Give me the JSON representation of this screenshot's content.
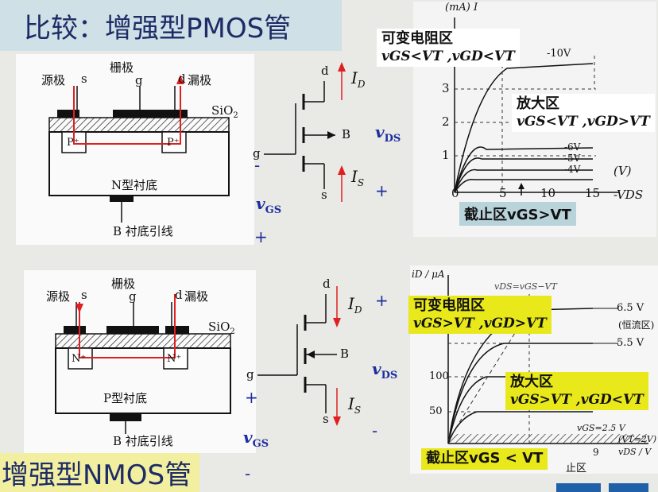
{
  "title_pmos": "比较：增强型PMOS管",
  "title_nmos": "增强型NMOS管",
  "pmos": {
    "gate": "栅极",
    "g": "g",
    "source": "源极",
    "s": "s",
    "d": "d",
    "drain": "漏极",
    "sio2": "SiO",
    "sio2_sub": "2",
    "p_plus": "P⁺",
    "substrate": "N型衬底",
    "lead": "B 衬底引线",
    "sym_d": "d",
    "sym_g": "g",
    "sym_s": "s",
    "sym_b": "B",
    "id": "I",
    "id_sub": "D",
    "is": "I",
    "is_sub": "S",
    "vds": "v",
    "vds_sub": "DS",
    "vgs": "v",
    "vgs_sub": "GS",
    "minus_g": "-",
    "plus_s": "+",
    "plus_bottom": "+",
    "region_var": "可变电阻区",
    "cond_var": "vGS<VT ,vGD<VT",
    "region_amp": "放大区",
    "cond_amp": "vGS<VT ,vGD>VT",
    "region_cut": "截止区vGS>VT",
    "axis_y": "(mA) I",
    "axis_x_unit": "(V)",
    "axis_x": "-VDS",
    "ticks_y": [
      "1",
      "2",
      "3"
    ],
    "ticks_x": [
      "0",
      "5",
      "10",
      "15"
    ],
    "curve_labels": [
      "-10V",
      "-6V",
      "-5V",
      "-4V"
    ]
  },
  "nmos": {
    "gate": "栅极",
    "g": "g",
    "source": "源极",
    "s": "s",
    "d": "d",
    "drain": "漏极",
    "sio2": "SiO",
    "sio2_sub": "2",
    "n_plus": "N⁺",
    "substrate": "P型衬底",
    "lead": "B 衬底引线",
    "sym_d": "d",
    "sym_g": "g",
    "sym_s": "s",
    "sym_b": "B",
    "id": "I",
    "id_sub": "D",
    "is": "I",
    "is_sub": "S",
    "vds": "v",
    "vds_sub": "DS",
    "vgs": "v",
    "vgs_sub": "GS",
    "plus_d": "+",
    "plus_g": "+",
    "minus_s": "-",
    "minus_bottom": "-",
    "region_var": "可变电阻区",
    "cond_var": "vGS>VT ,vGD>VT",
    "region_amp": "放大区",
    "cond_amp": "vGS>VT ,vGD<VT",
    "region_cut": "截止区vGS < VT",
    "axis_y": "iD / μA",
    "axis_x": "vDS / V",
    "vds_eq": "vDS=vGS−VT",
    "ticks_y": [
      "50",
      "100"
    ],
    "ticks_x": [
      "9"
    ],
    "curve_labels": [
      "6.5 V",
      "5.5 V",
      "vGS=2.5 V",
      "(VT=2V)"
    ],
    "const_region": "(恒流区)",
    "cut_tail": "止区"
  },
  "colors": {
    "title": "#1d2b66",
    "symbol_blue": "#1c2ea0",
    "highlight_yellow": "#e8e81a",
    "red_path": "#e02020"
  }
}
